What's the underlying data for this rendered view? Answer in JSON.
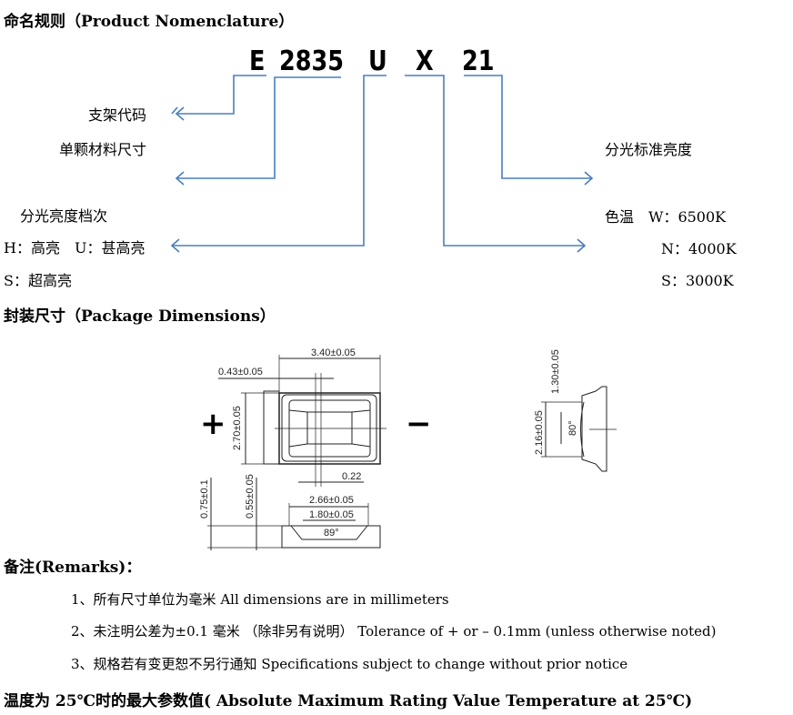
{
  "headings": {
    "nomenclature": "命名规则（Product Nomenclature）",
    "package": "封装尺寸（Package Dimensions）",
    "remarks": "备注(Remarks)：",
    "max_rating": "温度为 25℃时的最大参数值( Absolute Maximum Rating Value Temperature at 25℃)"
  },
  "code": {
    "e": "E",
    "size": "2835",
    "u": "U",
    "x": "X",
    "num": "21"
  },
  "left_labels": {
    "bracket": "支架代码",
    "chip_size": "单颗材料尺寸",
    "brightness_bin": "分光亮度档次",
    "bins_line1": "H：高亮　U：甚高亮",
    "bins_line2": "S：超高亮"
  },
  "right_labels": {
    "std_brightness": "分光标准亮度",
    "cct_w": "色温　W：6500K",
    "cct_n": "N：4000K",
    "cct_s": "S：3000K"
  },
  "drawing": {
    "plus": "+",
    "minus": "−",
    "dim_340": "3.40±0.05",
    "dim_043": "0.43±0.05",
    "dim_270": "2.70±0.05",
    "dim_022": "0.22",
    "dim_266": "2.66±0.05",
    "dim_180": "1.80±0.05",
    "dim_075": "0.75±0.1",
    "dim_055": "0.55±0.05",
    "dim_089": "89°",
    "dim_216": "2.16±0.05",
    "dim_130": "1.30±0.05",
    "dim_080": "80°"
  },
  "remarks": [
    "1、所有尺寸单位为毫米  All dimensions are in millimeters",
    "2、未注明公差为±0.1 毫米  （除非另有说明）  Tolerance of + or – 0.1mm (unless otherwise noted)",
    "3、规格若有变更恕不另行通知  Specifications subject to change without prior notice"
  ],
  "colors": {
    "connector": "#4a7ebb"
  }
}
